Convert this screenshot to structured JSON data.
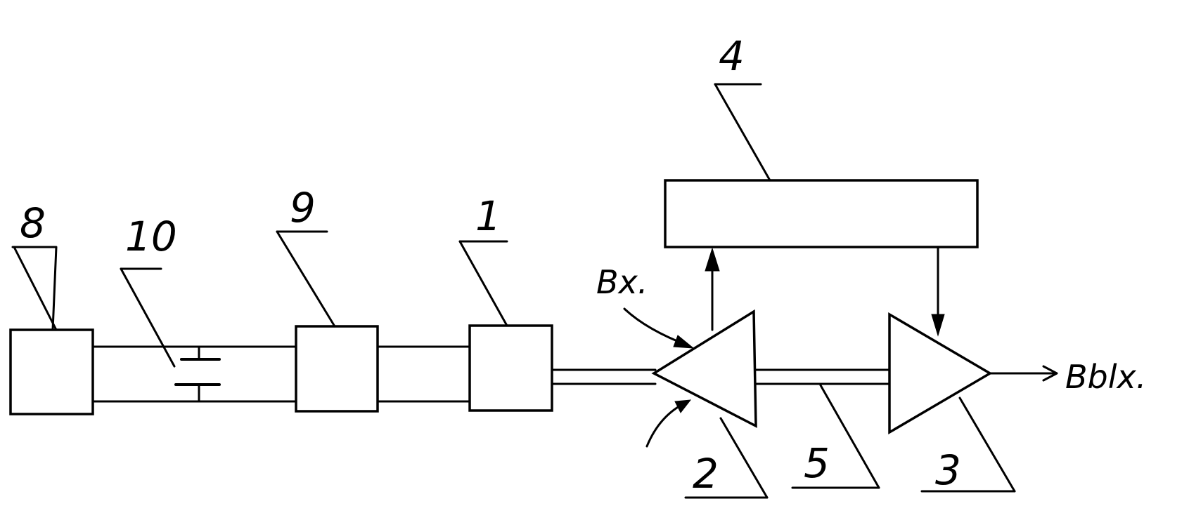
{
  "labels": {
    "block_8": "8",
    "capacitor_10": "10",
    "block_9": "9",
    "block_1": "1",
    "amplifier_2": "2",
    "amplifier_3": "3",
    "block_4": "4",
    "line_5": "5",
    "input_signal": "Bx.",
    "output_signal": "Bblx."
  },
  "colors": {
    "ink": "#000000",
    "background": "#ffffff"
  }
}
